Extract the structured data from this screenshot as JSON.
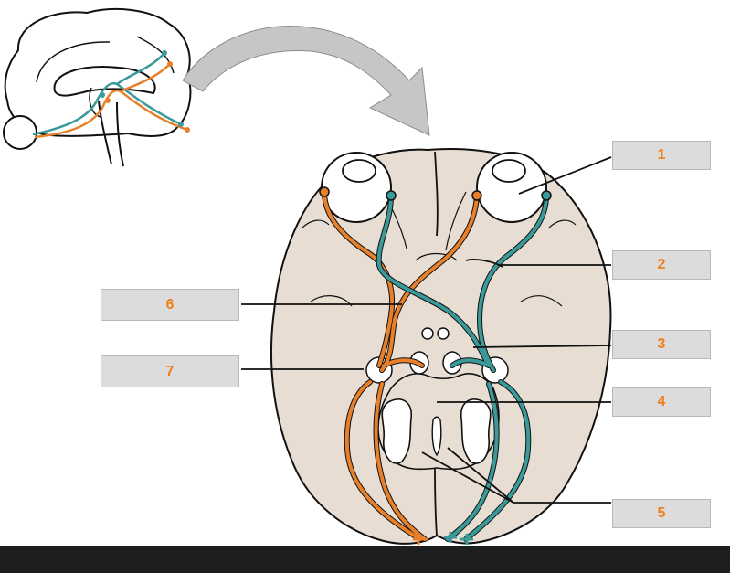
{
  "labels": [
    {
      "id": "label-1",
      "text": "1"
    },
    {
      "id": "label-2",
      "text": "2"
    },
    {
      "id": "label-3",
      "text": "3"
    },
    {
      "id": "label-4",
      "text": "4"
    },
    {
      "id": "label-5",
      "text": "5"
    },
    {
      "id": "label-6",
      "text": "6"
    },
    {
      "id": "label-7",
      "text": "7"
    }
  ],
  "colors": {
    "left_pathway": "#e8802a",
    "right_pathway": "#3a9a9a",
    "brain_fill": "#e8ddd2",
    "outline": "#111111",
    "label_text": "#f07f1c",
    "label_bg": "#dcdcdc",
    "arrow_fill": "#c6c6c6",
    "background": "#1e1e1e"
  },
  "icons": {
    "arrow": "curved-arrow-icon",
    "sagittal_inset": "sagittal-brain-icon",
    "inferior_brain": "inferior-brain-view"
  }
}
